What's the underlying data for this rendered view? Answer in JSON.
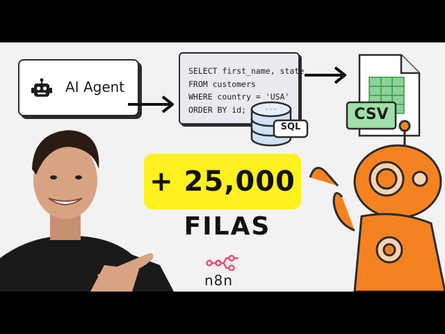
{
  "agent_card": {
    "label": "AI Agent",
    "icon": "robot-head-icon"
  },
  "sql_card": {
    "lines": [
      "SELECT first_name, state",
      "FROM customers",
      "WHERE country = 'USA'",
      "ORDER BY id;"
    ],
    "db_badge": "SQL",
    "db_icon": "database-icon"
  },
  "csv_file": {
    "badge": "CSV",
    "icon": "spreadsheet-file-icon"
  },
  "headline": {
    "number": "+ 25,000",
    "label": "FILAS"
  },
  "brand": {
    "name": "n8n",
    "icon": "n8n-logo-icon"
  },
  "colors": {
    "highlight": "#fff01f",
    "robot_orange": "#f58220",
    "n8n_pink": "#ea4b71",
    "csv_green": "#2e9d3a",
    "db_blue": "#9fc3e6"
  }
}
